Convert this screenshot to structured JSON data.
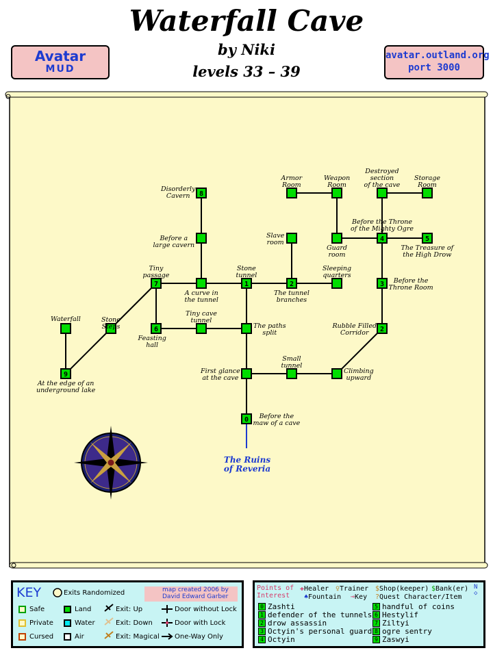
{
  "header": {
    "title": "Waterfall Cave",
    "byline": "by Niki",
    "levels": "levels 33 – 39",
    "left_badge": {
      "line1": "Avatar",
      "line2": "MUD"
    },
    "right_badge": {
      "line1": "avatar.outland.org",
      "line2": "port 3000"
    }
  },
  "map": {
    "exit_label": "The Ruins\nof Reveria",
    "rooms": [
      {
        "id": "disorderly",
        "num": "8",
        "label": "Disorderly\nCavern"
      },
      {
        "id": "before-large",
        "num": "",
        "label": "Before a\nlarge cavern"
      },
      {
        "id": "armor",
        "num": "",
        "label": "Armor\nRoom"
      },
      {
        "id": "weapon",
        "num": "",
        "label": "Weapon\nRoom"
      },
      {
        "id": "destroyed",
        "num": "",
        "label": "Destroyed\nsection\nof the cave"
      },
      {
        "id": "storage",
        "num": "",
        "label": "Storage\nRoom"
      },
      {
        "id": "slave",
        "num": "",
        "label": "Slave\nroom"
      },
      {
        "id": "guard",
        "num": "",
        "label": "Guard\nroom"
      },
      {
        "id": "before-throne-ogre",
        "num": "4",
        "label": "Before the Throne\nof the Mighty Ogre"
      },
      {
        "id": "treasure",
        "num": "5",
        "label": "The Treasure of\nthe High Drow"
      },
      {
        "id": "tiny-passage",
        "num": "7",
        "label": "Tiny\npassage"
      },
      {
        "id": "curve",
        "num": "",
        "label": "A curve in\nthe tunnel"
      },
      {
        "id": "stone-tunnel",
        "num": "1",
        "label": "Stone\ntunnel"
      },
      {
        "id": "tunnel-branches",
        "num": "2",
        "label": "The tunnel\nbranches"
      },
      {
        "id": "sleeping",
        "num": "",
        "label": "Sleeping\nquarters"
      },
      {
        "id": "before-throne-room",
        "num": "3",
        "label": "Before the\nThrone Room"
      },
      {
        "id": "waterfall",
        "num": "",
        "label": "Waterfall"
      },
      {
        "id": "stone-steps",
        "num": "",
        "label": "Stone\nSteps"
      },
      {
        "id": "feasting",
        "num": "6",
        "label": "Feasting\nhall"
      },
      {
        "id": "tiny-cave",
        "num": "",
        "label": "Tiny cave\ntunnel"
      },
      {
        "id": "paths-split",
        "num": "",
        "label": "The paths\nsplit"
      },
      {
        "id": "rubble",
        "num": "2",
        "label": "Rubble Filled\nCorridor"
      },
      {
        "id": "lake",
        "num": "9",
        "label": "At the edge of an\nunderground lake"
      },
      {
        "id": "first-glance",
        "num": "",
        "label": "First glance\nat the cave"
      },
      {
        "id": "small-tunnel",
        "num": "",
        "label": "Small\ntunnel"
      },
      {
        "id": "climbing",
        "num": "",
        "label": "Climbing\nupward"
      },
      {
        "id": "maw",
        "num": "0",
        "label": "Before the\nmaw of a cave"
      }
    ]
  },
  "key": {
    "title": "KEY",
    "exits_randomized": "Exits Randomized",
    "credit": "map created 2006 by David Edward Garber",
    "safe": "Safe",
    "private": "Private",
    "cursed": "Cursed",
    "land": "Land",
    "water": "Water",
    "air": "Air",
    "exit_up": "Exit: Up",
    "exit_down": "Exit: Down",
    "exit_magical": "Exit: Magical",
    "door_no_lock": "Door without Lock",
    "door_lock": "Door with Lock",
    "one_way": "One-Way Only",
    "colors": {
      "safe": "#00a000",
      "private": "#f0e040",
      "cursed": "#c04000",
      "land": "#00dd00",
      "water": "#00e8f0",
      "air": "#ffffff"
    }
  },
  "poi": {
    "heading": "Points of\nInterest",
    "services": {
      "healer": "Healer",
      "trainer": "Trainer",
      "shop": "Shop(keeper)",
      "bank": "Bank(er)",
      "fountain": "Fountain",
      "key": "Key",
      "quest": "Quest Character/Item"
    },
    "left": [
      {
        "num": "0",
        "text": "Zashti"
      },
      {
        "num": "1",
        "text": "defender of the tunnels"
      },
      {
        "num": "2",
        "text": "drow assassin"
      },
      {
        "num": "3",
        "text": "Octyin's personal guard"
      },
      {
        "num": "4",
        "text": "Octyin"
      }
    ],
    "right": [
      {
        "num": "5",
        "text": "handful of coins"
      },
      {
        "num": "6",
        "text": "Hestylif"
      },
      {
        "num": "7",
        "text": "Ziltyi"
      },
      {
        "num": "8",
        "text": "ogre sentry"
      },
      {
        "num": "9",
        "text": "Zaswyi"
      }
    ]
  }
}
